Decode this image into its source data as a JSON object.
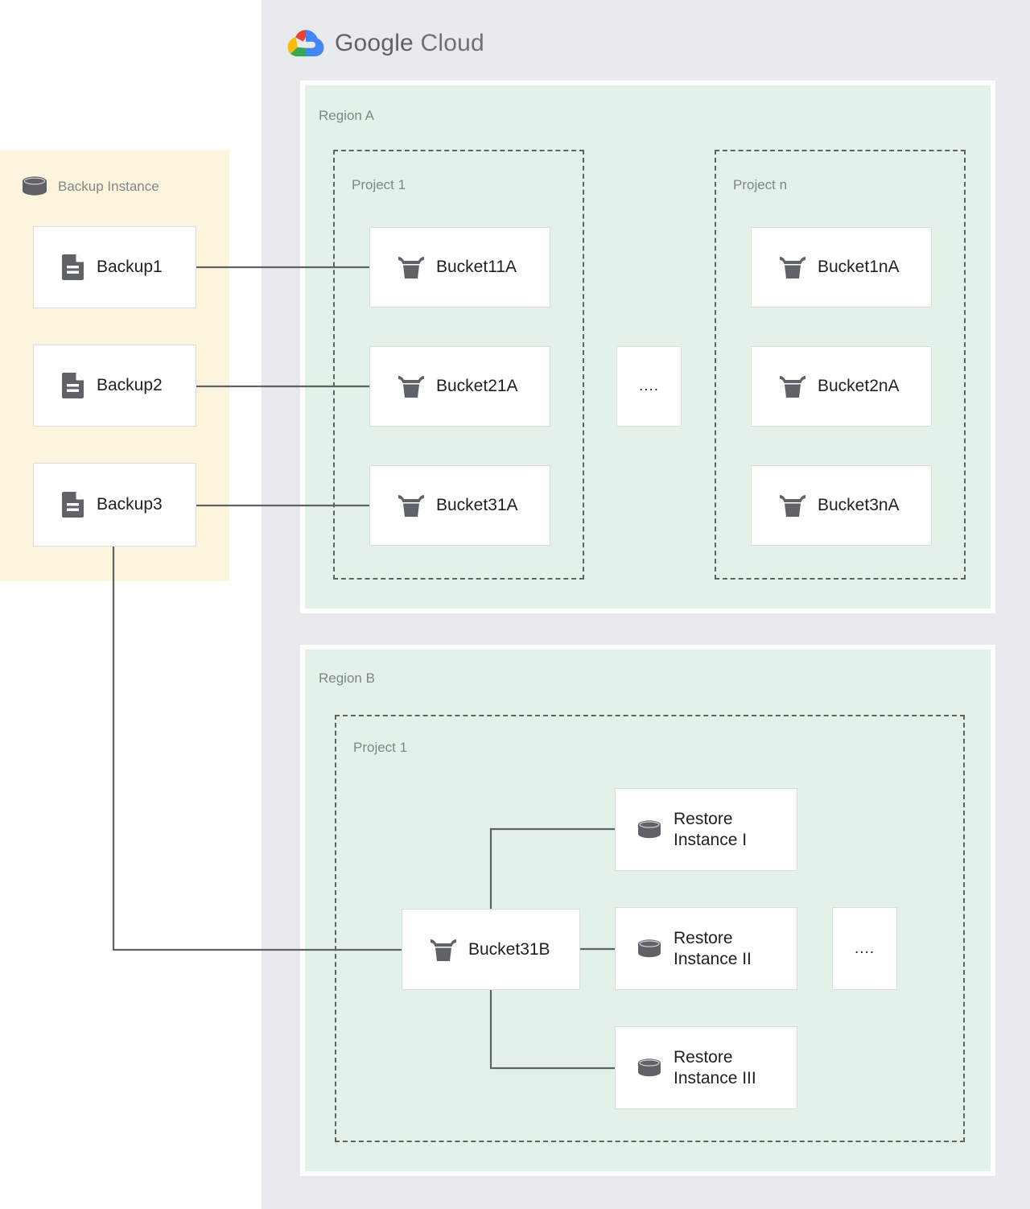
{
  "brand": {
    "name_bold": "Google",
    "name_light": "Cloud",
    "logo": "google-cloud-logo"
  },
  "backup_instance": {
    "title": "Backup Instance",
    "icon": "database-icon",
    "nodes": [
      {
        "label": "Backup1",
        "icon": "document-icon"
      },
      {
        "label": "Backup2",
        "icon": "document-icon"
      },
      {
        "label": "Backup3",
        "icon": "document-icon"
      }
    ]
  },
  "regions": [
    {
      "label": "Region A",
      "projects": [
        {
          "label": "Project 1",
          "nodes": [
            {
              "label": "Bucket11A",
              "icon": "bucket-icon"
            },
            {
              "label": "Bucket21A",
              "icon": "bucket-icon"
            },
            {
              "label": "Bucket31A",
              "icon": "bucket-icon"
            }
          ]
        },
        {
          "label": "Project n",
          "nodes": [
            {
              "label": "Bucket1nA",
              "icon": "bucket-icon"
            },
            {
              "label": "Bucket2nA",
              "icon": "bucket-icon"
            },
            {
              "label": "Bucket3nA",
              "icon": "bucket-icon"
            }
          ]
        }
      ],
      "ellipsis": "...."
    },
    {
      "label": "Region B",
      "projects": [
        {
          "label": "Project 1",
          "nodes": [
            {
              "label": "Bucket31B",
              "icon": "bucket-icon"
            },
            {
              "label": "Restore\nInstance I",
              "icon": "database-icon"
            },
            {
              "label": "Restore\nInstance II",
              "icon": "database-icon"
            },
            {
              "label": "Restore\nInstance III",
              "icon": "database-icon"
            }
          ]
        }
      ],
      "ellipsis": "...."
    }
  ],
  "colors": {
    "panel_bg": "#e8eaed",
    "region_bg": "#e3f1e8",
    "backup_bg": "#fdf4dd",
    "card_bg": "#ffffff",
    "card_border": "#dadce0",
    "dashed_border": "#5f6368",
    "edge": "#5f6368",
    "icon_fill": "#5f6368",
    "label_muted": "#80868b",
    "label_dark": "#202124",
    "logo_blue": "#4285f4",
    "logo_red": "#ea4335",
    "logo_yellow": "#fbbc05",
    "logo_green": "#34a853"
  }
}
